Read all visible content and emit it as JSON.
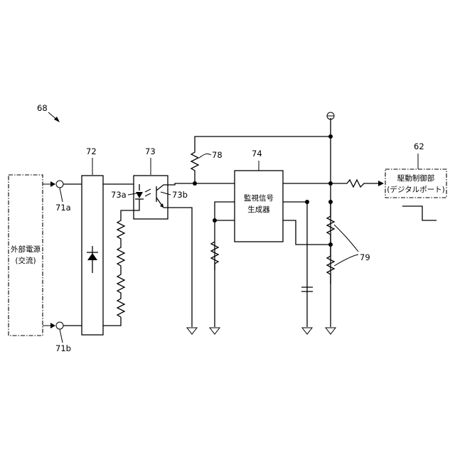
{
  "figure": {
    "ref_overall": "68",
    "power_source": {
      "ref": "",
      "label_line1": "外部電源",
      "label_line2": "(交流)"
    },
    "terminal_a": {
      "ref": "71a"
    },
    "terminal_b": {
      "ref": "71b"
    },
    "rectifier": {
      "ref": "72"
    },
    "photocoupler": {
      "ref": "73",
      "led_ref": "73a",
      "transistor_ref": "73b"
    },
    "pullup_resistor": {
      "ref": "78"
    },
    "monitor_generator": {
      "ref": "74",
      "label_line1": "監視信号",
      "label_line2": "生成器"
    },
    "divider_resistors": {
      "ref": "79"
    },
    "drive_controller": {
      "ref": "62",
      "label_line1": "駆動制御部",
      "label_line2": "(デジタルポート)"
    }
  }
}
